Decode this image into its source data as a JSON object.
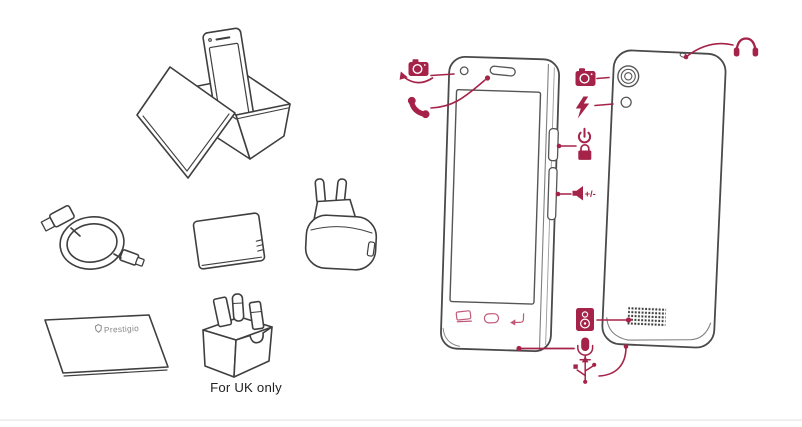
{
  "page": {
    "background": "#ffffff",
    "bottom_divider_color": "#e5e5e5"
  },
  "palette": {
    "accent": "#a52348",
    "outline": "#3f3f3f",
    "phone_outline": "#4a4a4a",
    "nav_button_pink": "#c05a78",
    "logo_gray": "#878787"
  },
  "box_contents": {
    "uk_caption": "For UK only",
    "guide_brand": "Prestigio",
    "items": [
      {
        "name": "retail-box-with-phone"
      },
      {
        "name": "usb-cable"
      },
      {
        "name": "battery"
      },
      {
        "name": "eu-wall-charger"
      },
      {
        "name": "quick-start-guide",
        "label": "Prestigio"
      },
      {
        "name": "uk-plug-adapter",
        "caption": "For UK only"
      }
    ]
  },
  "device_views": {
    "front": {
      "volume_label": "+/-",
      "callouts": [
        {
          "icon": "front-camera-icon",
          "feature": "front camera"
        },
        {
          "icon": "receiver-icon",
          "feature": "earpiece / calls"
        },
        {
          "icon": "power-icon",
          "feature": "power button"
        },
        {
          "icon": "lock-icon",
          "feature": "screen lock"
        },
        {
          "icon": "volume-icon",
          "feature": "volume button",
          "label": "+/-"
        }
      ]
    },
    "back": {
      "callouts": [
        {
          "icon": "rear-camera-icon",
          "feature": "rear camera"
        },
        {
          "icon": "flash-icon",
          "feature": "flash"
        },
        {
          "icon": "headphones-icon",
          "feature": "headphone jack"
        },
        {
          "icon": "speaker-icon",
          "feature": "loudspeaker"
        },
        {
          "icon": "microphone-icon",
          "feature": "microphone"
        },
        {
          "icon": "usb-icon",
          "feature": "micro-USB port"
        }
      ]
    }
  }
}
